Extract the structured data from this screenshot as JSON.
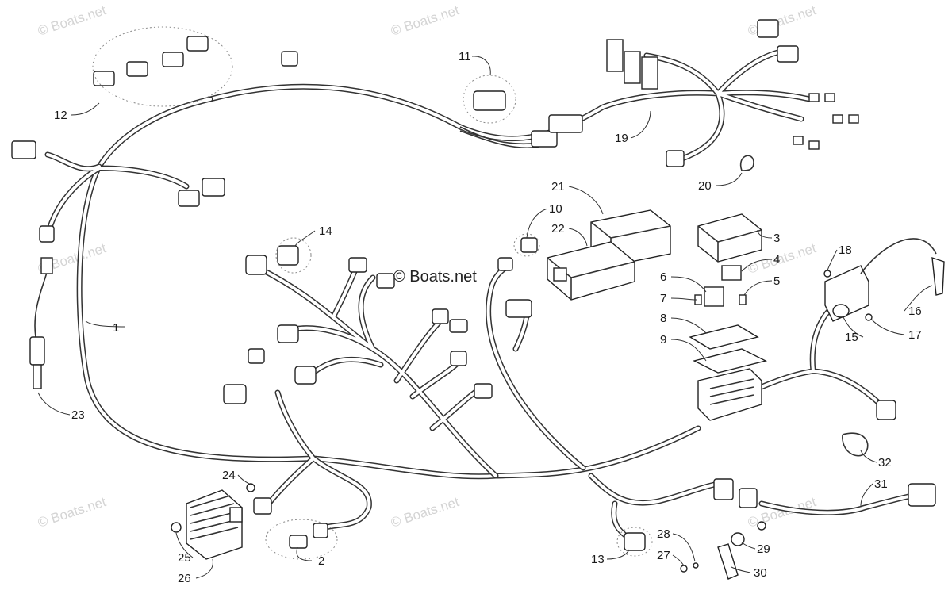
{
  "watermark": {
    "text": "© Boats.net",
    "center_text": "© Boats.net"
  },
  "callouts": [
    {
      "id": "c1",
      "label": "1"
    },
    {
      "id": "c2",
      "label": "2"
    },
    {
      "id": "c3",
      "label": "3"
    },
    {
      "id": "c4",
      "label": "4"
    },
    {
      "id": "c5",
      "label": "5"
    },
    {
      "id": "c6",
      "label": "6"
    },
    {
      "id": "c7",
      "label": "7"
    },
    {
      "id": "c8",
      "label": "8"
    },
    {
      "id": "c9",
      "label": "9"
    },
    {
      "id": "c10",
      "label": "10"
    },
    {
      "id": "c11",
      "label": "11"
    },
    {
      "id": "c12",
      "label": "12"
    },
    {
      "id": "c13",
      "label": "13"
    },
    {
      "id": "c14",
      "label": "14"
    },
    {
      "id": "c15",
      "label": "15"
    },
    {
      "id": "c16",
      "label": "16"
    },
    {
      "id": "c17",
      "label": "17"
    },
    {
      "id": "c18",
      "label": "18"
    },
    {
      "id": "c19",
      "label": "19"
    },
    {
      "id": "c20",
      "label": "20"
    },
    {
      "id": "c21",
      "label": "21"
    },
    {
      "id": "c22",
      "label": "22"
    },
    {
      "id": "c23",
      "label": "23"
    },
    {
      "id": "c24",
      "label": "24"
    },
    {
      "id": "c25",
      "label": "25"
    },
    {
      "id": "c26",
      "label": "26"
    },
    {
      "id": "c27",
      "label": "27"
    },
    {
      "id": "c28",
      "label": "28"
    },
    {
      "id": "c29",
      "label": "29"
    },
    {
      "id": "c30",
      "label": "30"
    },
    {
      "id": "c31",
      "label": "31"
    },
    {
      "id": "c32",
      "label": "32"
    }
  ]
}
